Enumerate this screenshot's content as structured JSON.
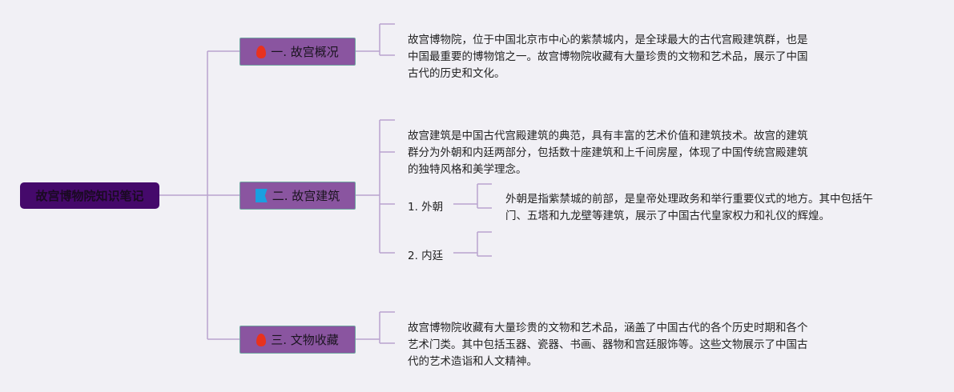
{
  "root": {
    "label": "故宫博物院知识笔记"
  },
  "branches": [
    {
      "label": "一. 故宫概况",
      "icon": "flame-icon",
      "text": "故宫博物院，位于中国北京市中心的紫禁城内，是全球最大的古代宫殿建筑群，也是中国最重要的博物馆之一。故宫博物院收藏有大量珍贵的文物和艺术品，展示了中国古代的历史和文化。"
    },
    {
      "label": "二. 故宫建筑",
      "icon": "flag-icon",
      "text": "故宫建筑是中国古代宫殿建筑的典范，具有丰富的艺术价值和建筑技术。故宫的建筑群分为外朝和内廷两部分，包括数十座建筑和上千间房屋，体现了中国传统宫殿建筑的独特风格和美学理念。",
      "children": [
        {
          "label": "1. 外朝",
          "text": "外朝是指紫禁城的前部，是皇帝处理政务和举行重要仪式的地方。其中包括午门、五塔和九龙壁等建筑，展示了中国古代皇家权力和礼仪的辉煌。"
        },
        {
          "label": "2. 内廷"
        }
      ]
    },
    {
      "label": "三. 文物收藏",
      "icon": "flame-icon",
      "text": "故宫博物院收藏有大量珍贵的文物和艺术品，涵盖了中国古代的各个历史时期和各个艺术门类。其中包括玉器、瓷器、书画、器物和宫廷服饰等。这些文物展示了中国古代的艺术造诣和人文精神。"
    }
  ],
  "colors": {
    "root": "#45096b",
    "node": "#8a55a0",
    "line": "#b9a3cf",
    "flame": "#e8321e",
    "flag": "#1a9fe0"
  }
}
